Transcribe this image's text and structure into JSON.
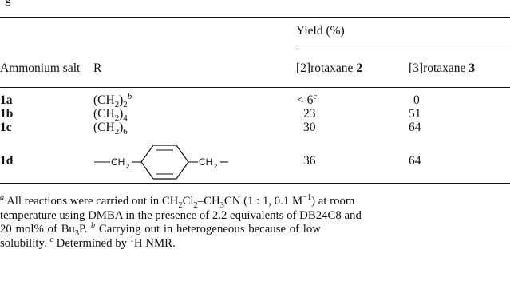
{
  "table": {
    "title_fragment": "g",
    "header": {
      "group": "Yield (%)",
      "col_salt": "Ammonium salt",
      "col_r": "R",
      "col_rot2_prefix": "[2]rotaxane",
      "col_rot2_num": "2",
      "col_rot3_prefix": "[3]rotaxane",
      "col_rot3_num": "3"
    },
    "rows": [
      {
        "salt": "1a",
        "r_open": "(CH",
        "r_sub": "2",
        "r_close": ")",
        "r_sub2": "2",
        "r_sup": "b",
        "rot2": "< 6",
        "rot2_sup": "c",
        "rot3": "0"
      },
      {
        "salt": "1b",
        "r_open": "(CH",
        "r_sub": "2",
        "r_close": ")",
        "r_sub2": "4",
        "rot2": "23",
        "rot3": "51"
      },
      {
        "salt": "1c",
        "r_open": "(CH",
        "r_sub": "2",
        "r_close": ")",
        "r_sub2": "6",
        "rot2": "30",
        "rot3": "64"
      },
      {
        "salt": "1d",
        "r_struct_left": "CH",
        "r_struct_left_sub": "2",
        "r_struct_right": "CH",
        "r_struct_right_sub": "2",
        "rot2": "36",
        "rot3": "64"
      }
    ]
  },
  "footnotes": {
    "a_mark": "a",
    "a_line1_pre": " All reactions were carried out in CH",
    "a_line1_s1": "2",
    "a_line1_mid1": "Cl",
    "a_line1_s2": "2",
    "a_line1_mid2": "–CH",
    "a_line1_s3": "3",
    "a_line1_post": "CN (1 : 1, 0.1 M",
    "a_line1_exp": "−1",
    "a_line1_end": ") at room",
    "a_line2": "temperature using DMBA in the presence of 2.2 equivalents of DB24C8 and",
    "a_line3_pre": "20  mol%  of  Bu",
    "a_line3_sub": "3",
    "a_line3_p": "P.",
    "b_mark": "b",
    "b_line3": " Carrying  out  in  heterogeneous  because  of  low",
    "line4": "solubility.",
    "c_mark": "c",
    "c_pre": " Determined by ",
    "c_sup": "1",
    "c_post": "H NMR."
  }
}
